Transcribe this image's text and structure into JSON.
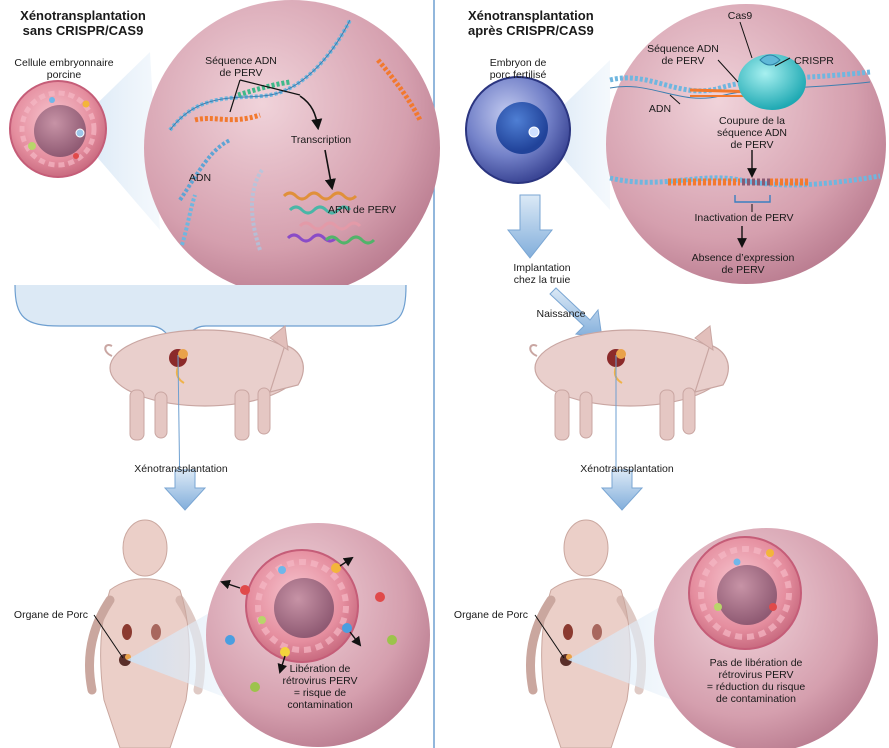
{
  "left": {
    "title_line1": "Xénotransplantation",
    "title_line2": "sans CRISPR/CAS9",
    "cell_label_line1": "Cellule embryonnaire",
    "cell_label_line2": "porcine",
    "sequence_label_line1": "Séquence ADN",
    "sequence_label_line2": "de PERV",
    "adn_label": "ADN",
    "transcription_label": "Transcription",
    "arn_label": "ARN de PERV",
    "xeno_label": "Xénotransplantation",
    "organ_label": "Organe de Porc",
    "release_line1": "Libération de",
    "release_line2": "rétrovirus PERV",
    "release_line3": "= risque de",
    "release_line4": "contamination"
  },
  "right": {
    "title_line1": "Xénotransplantation",
    "title_line2": "après CRISPR/CAS9",
    "embryo_line1": "Embryon de",
    "embryo_line2": "porc fertilisé",
    "cas9_label": "Cas9",
    "sequence_label_line1": "Séquence ADN",
    "sequence_label_line2": "de PERV",
    "crispr_label": "CRISPR",
    "adn_label": "ADN",
    "cut_line1": "Coupure de la",
    "cut_line2": "séquence ADN",
    "cut_line3": "de PERV",
    "inactivation_label": "Inactivation de PERV",
    "absence_line1": "Absence d’expression",
    "absence_line2": "de PERV",
    "implant_line1": "Implantation",
    "implant_line2": "chez la truie",
    "birth_label": "Naissance",
    "xeno_label": "Xénotransplantation",
    "organ_label": "Organe de Porc",
    "norelease_line1": "Pas de libération de",
    "norelease_line2": "rétrovirus PERV",
    "norelease_line3": "= réduction du risque",
    "norelease_line4": "de contamination"
  },
  "colors": {
    "cell_pink": "#e79aa8",
    "zoom_circle": "#d7a3b1",
    "pig_skin": "#e9cfcc",
    "human_skin": "#ebcfc8",
    "arrow_blue": "#8fb7dc",
    "divider": "#6e9fd0",
    "embryo_blue": "#6b78c4",
    "cas9_teal": "#3fc3c9"
  }
}
